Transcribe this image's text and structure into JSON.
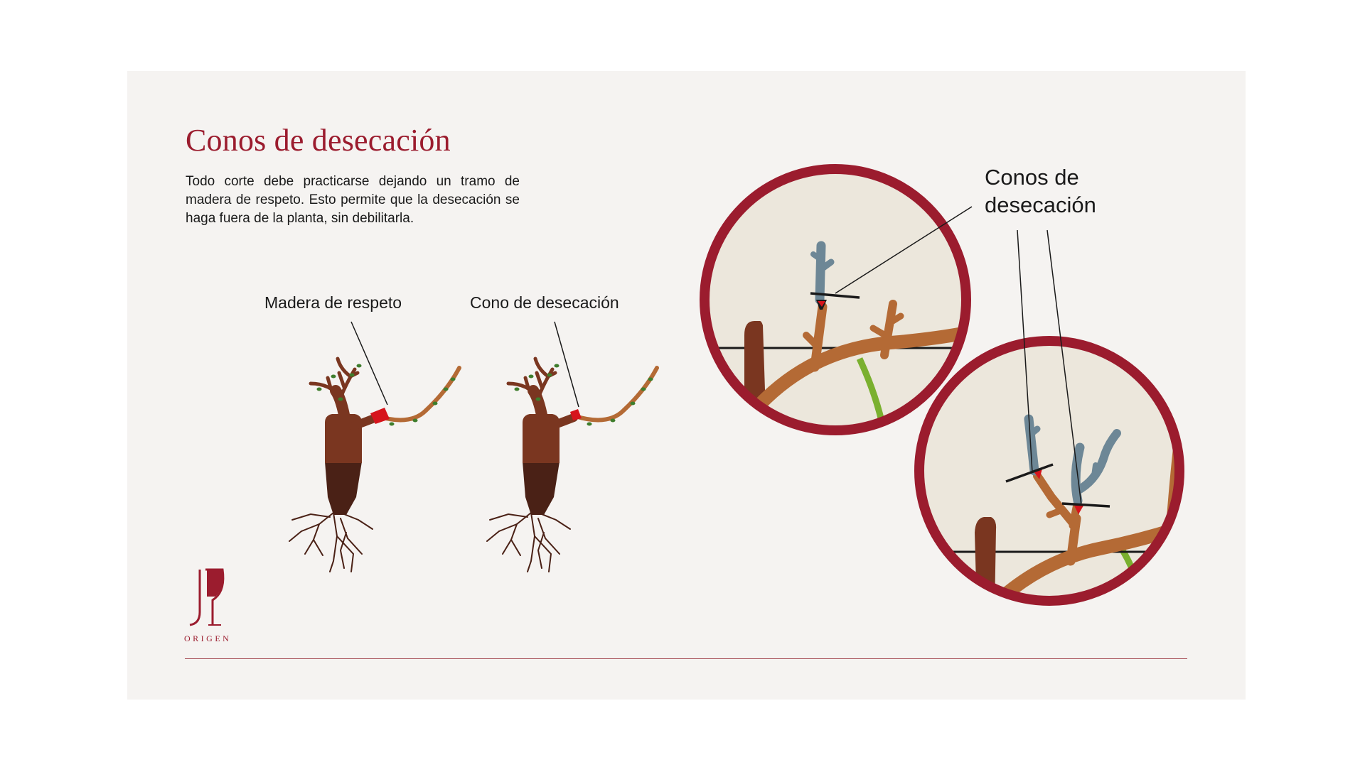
{
  "slide": {
    "title": "Conos de desecación",
    "description": "Todo corte debe practicarse dejando un tramo de madera de respeto. Esto permite que la desecación se haga fuera de la planta, sin debilitarla."
  },
  "labels": {
    "madera_respeto": "Madera de respeto",
    "cono_desecacion": "Cono de desecación",
    "conos_line1": "Conos de",
    "conos_line2": "desecación"
  },
  "brand": {
    "name": "ORIGEN"
  },
  "colors": {
    "accent": "#9b1c2e",
    "background": "#f5f3f1",
    "trunk": "#7a3620",
    "trunk_dark": "#4a2116",
    "cane": "#b46a35",
    "shoot_blue": "#6d8796",
    "green": "#7ab02f",
    "cut_red": "#d6141c",
    "magnifier_bg": "#ece7dc"
  }
}
